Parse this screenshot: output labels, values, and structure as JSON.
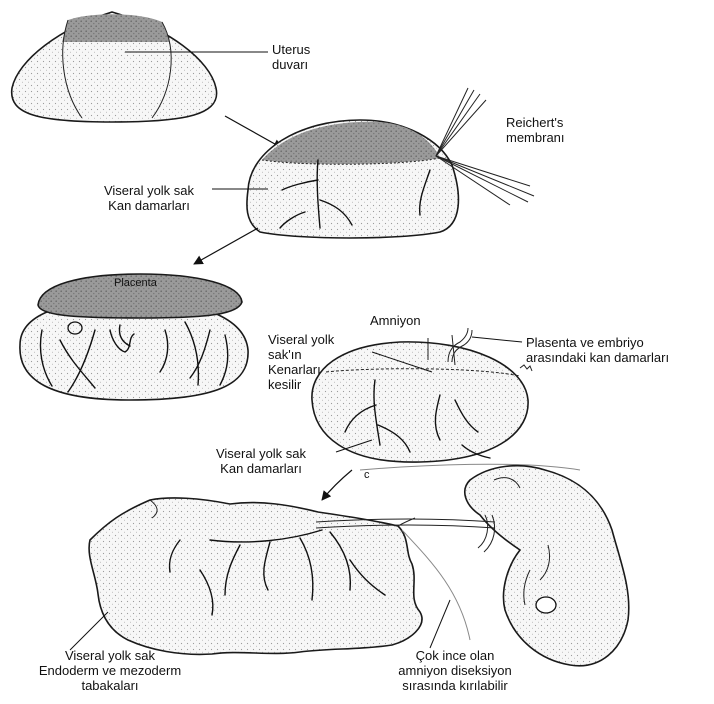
{
  "labels": {
    "uterus_wall": [
      "Uterus",
      "duvarı"
    ],
    "reicherts_membrane": [
      "Reichert's",
      "membranı"
    ],
    "visceral_yolk_vessels_1": [
      "Viseral yolk sak",
      "Kan damarları"
    ],
    "placenta": "Placenta",
    "amnion": "Amniyon",
    "placenta_embryo_vessels": [
      "Plasenta ve embriyo",
      "arasındaki kan damarları"
    ],
    "yolk_sac_edges_cut": [
      "Viseral yolk",
      "sak'ın",
      "Kenarları",
      "kesilir"
    ],
    "visceral_yolk_vessels_2": [
      "Viseral yolk sak",
      "Kan damarları"
    ],
    "step_c": "c",
    "endoderm_mesoderm": [
      "Viseral yolk sak",
      "Endoderm ve mezoderm",
      "tabakaları"
    ],
    "thin_amnion": [
      "Çok ince olan",
      "amniyon diseksiyon",
      "sırasında kırılabilir"
    ]
  },
  "colors": {
    "outline": "#1a1a1a",
    "stipple_fill": "#f3f3f3",
    "dark_tissue": "#8f8f8f"
  }
}
